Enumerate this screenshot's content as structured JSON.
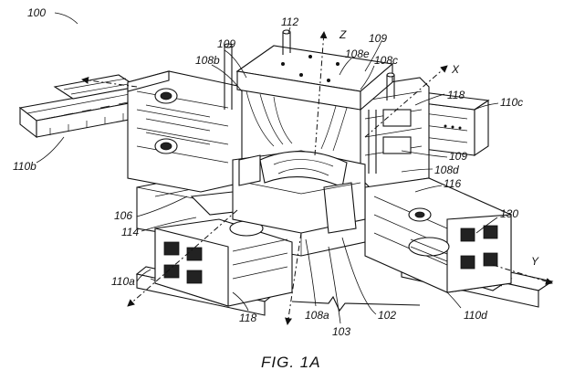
{
  "figure": {
    "caption": "FIG. 1A",
    "labels": {
      "l100": "100",
      "l112": "112",
      "lZ": "Z",
      "l109a": "109",
      "l109b": "109",
      "l109c": "109",
      "l108b": "108b",
      "l108e": "108e",
      "l108c": "108c",
      "lX": "X",
      "l118a": "118",
      "l110c": "110c",
      "l110b": "110b",
      "l108d": "108d",
      "l116": "116",
      "l106": "106",
      "l114": "114",
      "l130": "130",
      "lY": "Y",
      "l110a": "110a",
      "l118b": "118",
      "l108a": "108a",
      "l103": "103",
      "l102": "102",
      "l110d": "110d"
    }
  }
}
